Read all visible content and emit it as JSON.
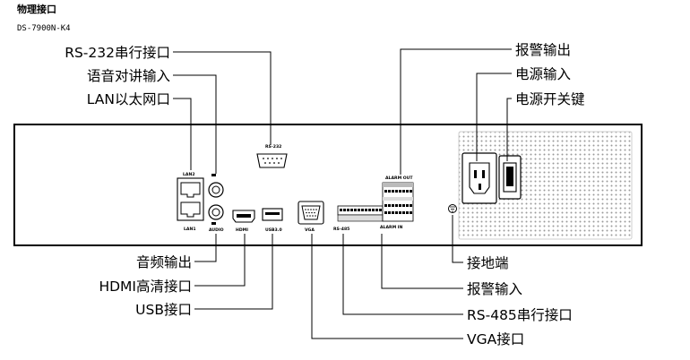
{
  "header": {
    "title": "物理接口",
    "model": "DS-7900N-K4"
  },
  "callouts": {
    "rs232": "RS-232串行接口",
    "audio_in": "语音对讲输入",
    "lan": "LAN以太网口",
    "alarm_out": "报警输出",
    "power_in": "电源输入",
    "power_switch": "电源开关键",
    "audio_out": "音频输出",
    "hdmi": "HDMI高清接口",
    "usb": "USB接口",
    "ground": "接地端",
    "alarm_in": "报警输入",
    "rs485": "RS-485串行接口",
    "vga": "VGA接口"
  },
  "panel_labels": {
    "lan2": "LAN2",
    "lan1": "LAN1",
    "audio": "AUDIO",
    "hdmi": "HDMI",
    "usb": "USB3.0",
    "vga": "VGA",
    "rs232": "RS-232",
    "alarm_out": "ALARM OUT",
    "alarm_in": "ALARM IN",
    "rs485": "RS-485"
  }
}
